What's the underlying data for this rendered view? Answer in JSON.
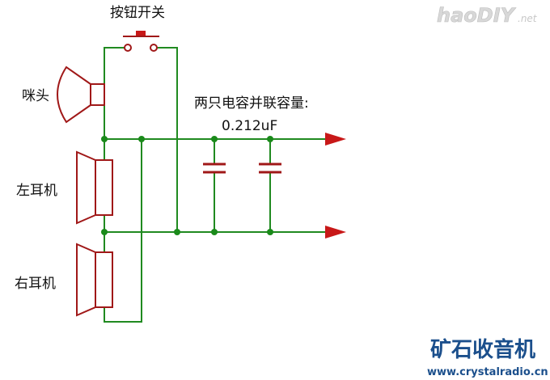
{
  "diagram": {
    "labels": {
      "switch": "按钮开关",
      "microphone": "咪头",
      "left_earphone": "左耳机",
      "right_earphone": "右耳机",
      "capacitor_note_line1": "两只电容并联容量:",
      "capacitor_note_line2": "0.212uF"
    }
  },
  "watermarks": {
    "top_right": "haoDIY",
    "top_right_suffix": ".net",
    "bottom_right_cn": "矿石收音机",
    "bottom_right_url": "www.crystalradio.cn"
  },
  "colors": {
    "wire": "#208a20",
    "component": "#a01818",
    "junction": "#1a8a1a",
    "arrow": "#c81818",
    "switch_cap": "#c81818",
    "brand_blue": "#1b4f8c"
  }
}
